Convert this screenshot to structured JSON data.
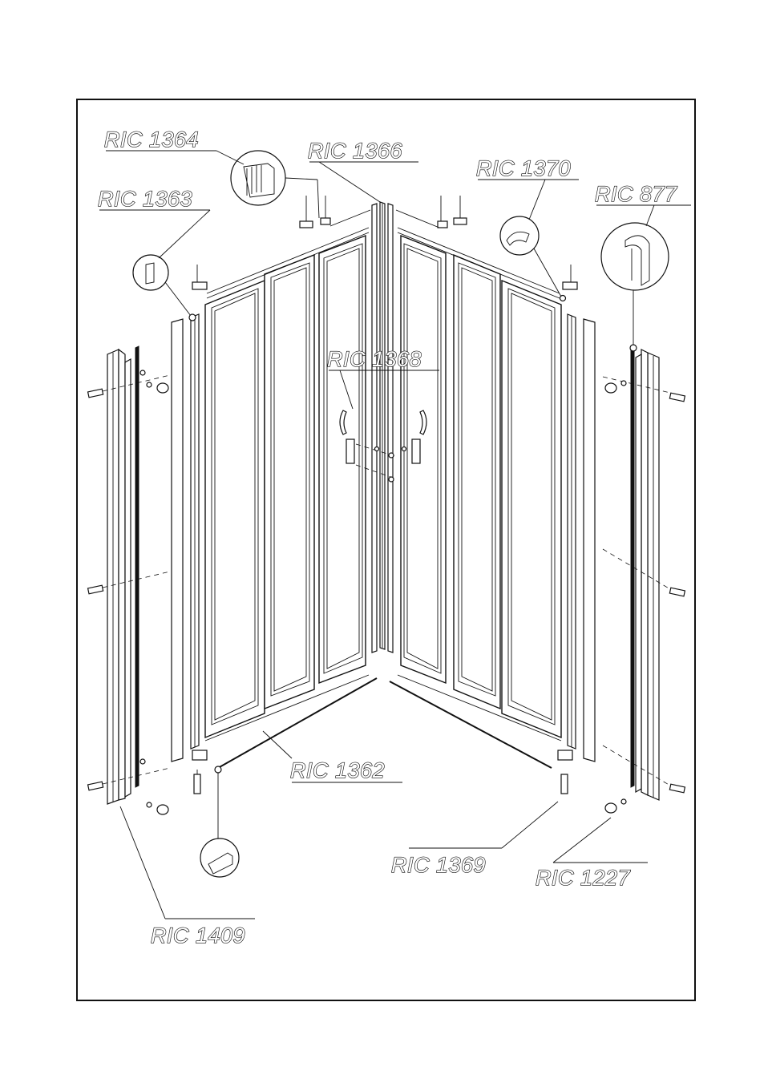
{
  "labels": {
    "ric1364": "RIC 1364",
    "ric1366": "RIC 1366",
    "ric1370": "RIC 1370",
    "ric877": "RIC 877",
    "ric1363": "RIC 1363",
    "ric1368": "RIC 1368",
    "ric1362": "RIC 1362",
    "ric1369": "RIC 1369",
    "ric1227": "RIC 1227",
    "ric1409": "RIC 1409"
  }
}
